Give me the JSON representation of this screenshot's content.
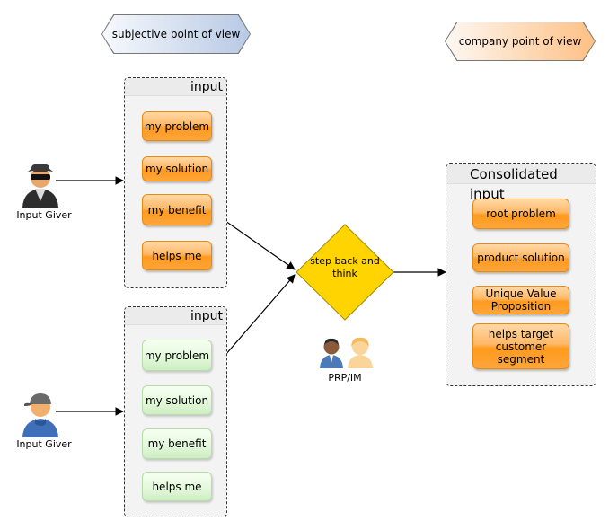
{
  "viewpoints": {
    "subjective": "subjective point of view",
    "company": "company point of view"
  },
  "input_panels": [
    {
      "title": "input",
      "style": "orange",
      "items": [
        "my problem",
        "my solution",
        "my benefit",
        "helps me"
      ]
    },
    {
      "title": "input",
      "style": "green",
      "items": [
        "my problem",
        "my solution",
        "my benefit",
        "helps me"
      ]
    }
  ],
  "givers": [
    {
      "label": "Input Giver",
      "icon": "spy-user-icon"
    },
    {
      "label": "Input Giver",
      "icon": "cap-user-icon"
    }
  ],
  "decision": {
    "text": "step back and think"
  },
  "team": {
    "label": "PRP/IM",
    "icon": "two-people-icon"
  },
  "consolidated": {
    "title": "Consolidated input",
    "items": [
      "root problem",
      "product solution",
      "Unique Value Proposition",
      "helps target customer segment"
    ]
  },
  "colors": {
    "orange": "#ff9a1e",
    "green": "#e4f9dc",
    "diamond": "#ffd400",
    "subjective": "#bccde6",
    "company": "#ffc48a"
  }
}
